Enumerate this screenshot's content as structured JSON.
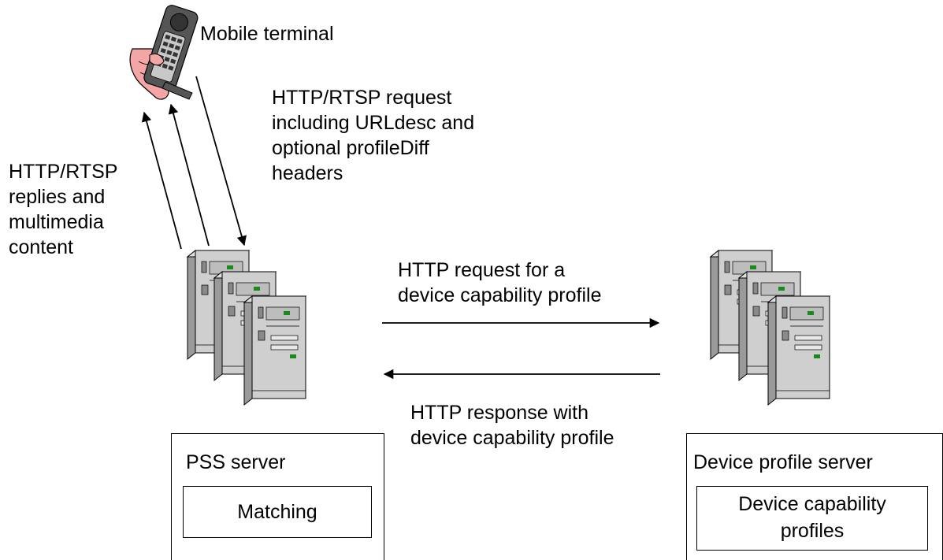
{
  "mobile_terminal": {
    "label": "Mobile terminal",
    "icon": "mobile-phone-icon"
  },
  "request_to_pss": {
    "lines": [
      "HTTP/RTSP request",
      "including URLdesc and",
      "optional profileDiff",
      "headers"
    ]
  },
  "replies_to_mobile": {
    "lines": [
      "HTTP/RTSP",
      "replies and",
      "multimedia",
      "content"
    ]
  },
  "profile_request": {
    "lines": [
      "HTTP request for a",
      "device capability profile"
    ]
  },
  "profile_response": {
    "lines": [
      "HTTP response with",
      "device capability profile"
    ]
  },
  "pss_server": {
    "title": "PSS server",
    "component": "Matching",
    "icon": "server-stack-icon"
  },
  "device_profile_server": {
    "title": "Device profile server",
    "component_lines": [
      "Device capability",
      "profiles"
    ],
    "icon": "server-stack-icon"
  },
  "colors": {
    "server_body": "#c8c8c8",
    "server_dark": "#8a8a8a",
    "phone_body": "#555555",
    "hand": "#f4a6a6",
    "led": "#1a8a1a"
  }
}
